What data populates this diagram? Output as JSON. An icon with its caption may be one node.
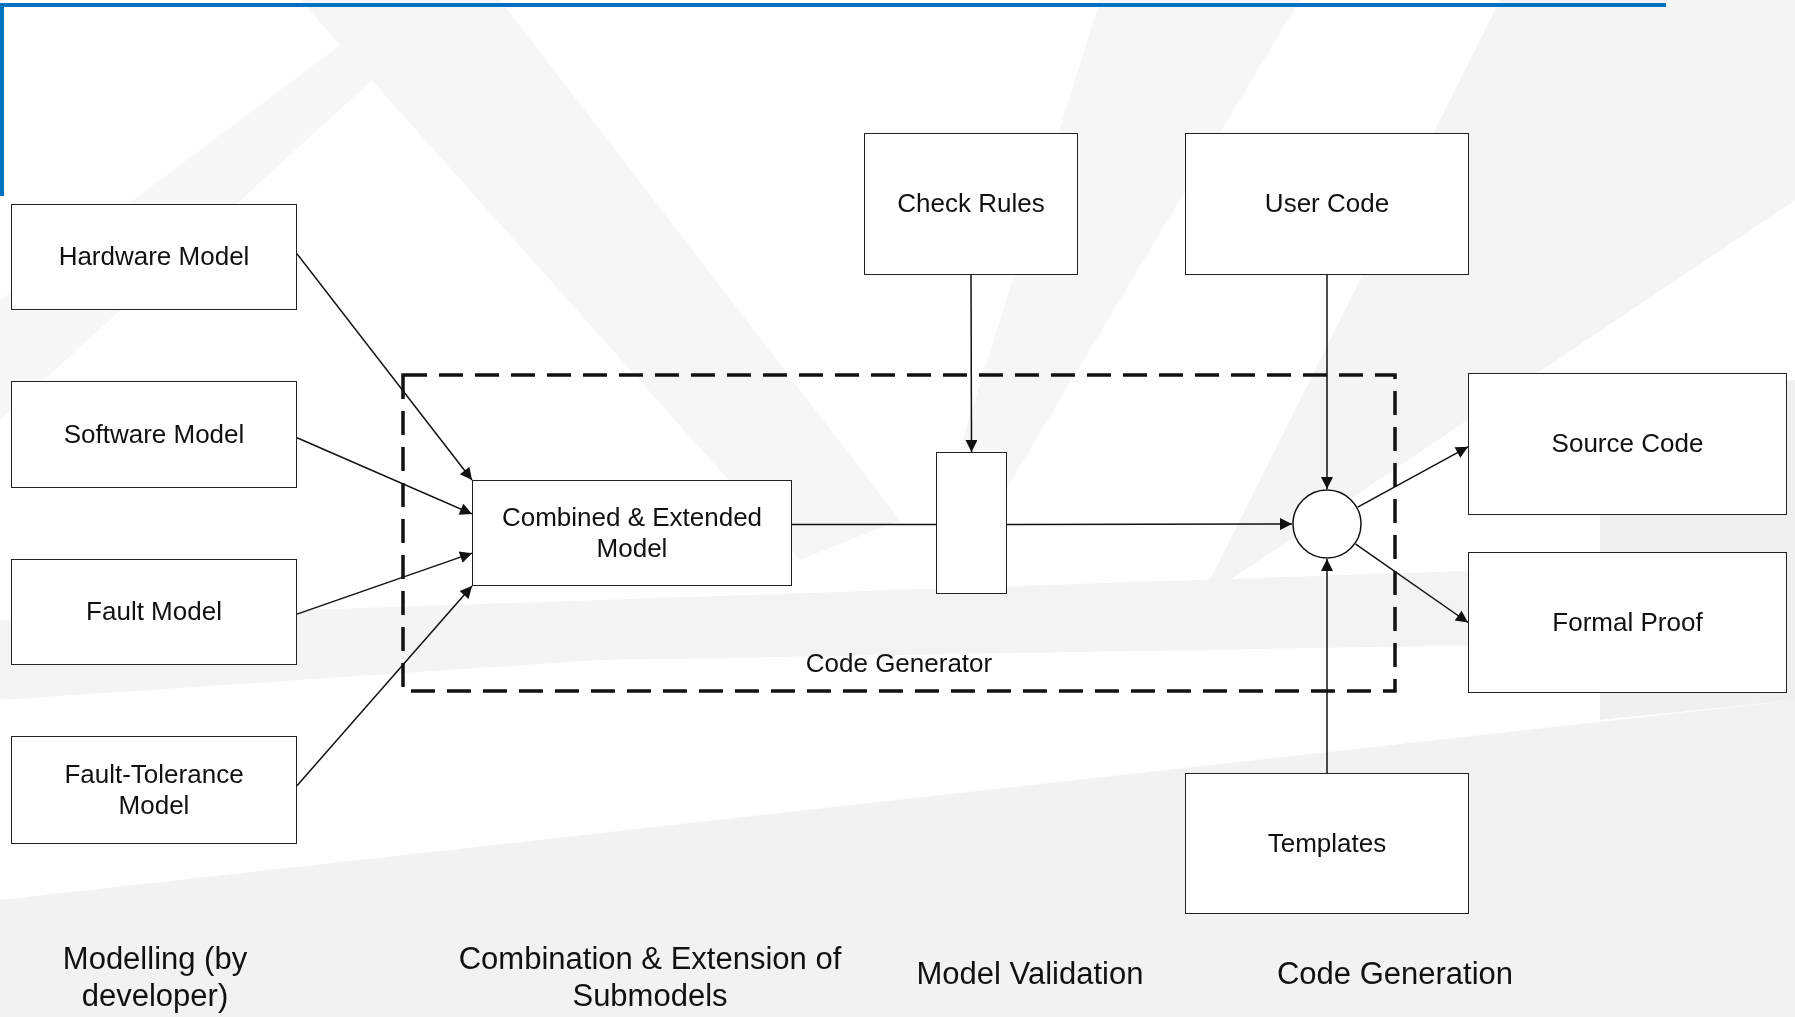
{
  "diagram": {
    "nodes": [
      {
        "text": [
          "Hardware Model"
        ]
      },
      {
        "text": [
          "Software Model"
        ]
      },
      {
        "text": [
          "Fault Model"
        ]
      },
      {
        "text": [
          "Fault-Tolerance Model"
        ]
      },
      {
        "text": [
          "Check Rules"
        ]
      },
      {
        "text": [
          "User Code"
        ]
      },
      {
        "text": [
          "Code Generator"
        ]
      },
      {
        "text": [
          "Combined & Extended Model"
        ],
        "in": 6
      },
      {
        "text": [],
        "shape": "box",
        "in": 6
      },
      {
        "text": [],
        "shape": "circle",
        "in": 6
      },
      {
        "text": [
          "Source Code"
        ]
      },
      {
        "text": [
          "Formal Proof"
        ]
      },
      {
        "text": [
          "Templates"
        ]
      }
    ],
    "edges": [
      {
        "from": 0,
        "to": 7,
        "arrow": "to"
      },
      {
        "from": 1,
        "to": 7,
        "arrow": "to"
      },
      {
        "from": 2,
        "to": 7,
        "arrow": "to"
      },
      {
        "from": 3,
        "to": 7,
        "arrow": "to"
      },
      {
        "from": 7,
        "to": 8,
        "arrow": "none"
      },
      {
        "from": 8,
        "to": 9,
        "arrow": "to"
      },
      {
        "from": 4,
        "to": 8,
        "arrow": "to"
      },
      {
        "from": 5,
        "to": 9,
        "arrow": "to"
      },
      {
        "from": 12,
        "to": 9,
        "arrow": "to"
      },
      {
        "from": 9,
        "to": 10,
        "arrow": "to"
      },
      {
        "from": 9,
        "to": 11,
        "arrow": "to"
      }
    ],
    "labels": [
      "Modelling (by developer)",
      "Combination & Extension of Submodels",
      "Model Validation",
      "Code Generation"
    ]
  }
}
